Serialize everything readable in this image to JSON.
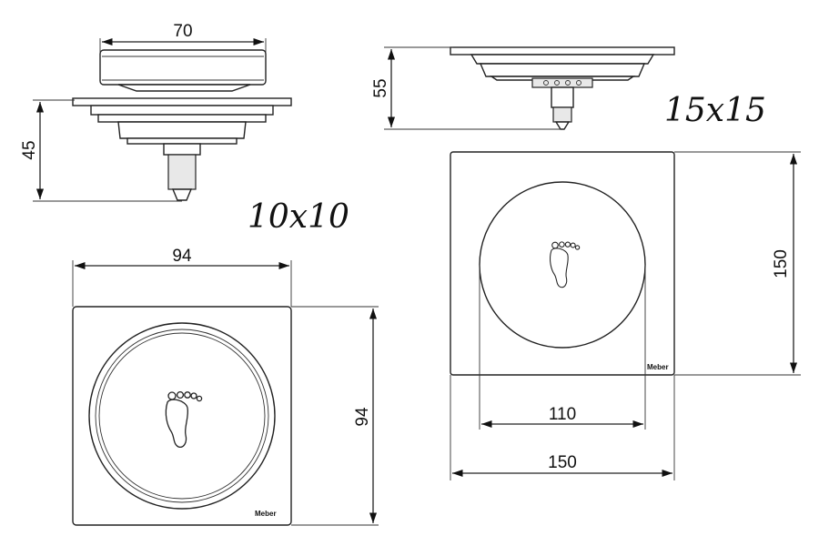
{
  "drain_10x10": {
    "size_label": "10x10",
    "dim_top_width": "70",
    "dim_height": "45",
    "dim_plate_width": "94",
    "dim_plate_height": "94",
    "brand": "Meber"
  },
  "drain_15x15": {
    "size_label": "15x15",
    "dim_height": "55",
    "dim_plate_height": "150",
    "dim_inner_width": "110",
    "dim_plate_width": "150",
    "brand": "Meber"
  },
  "icons": [
    "footprint-icon"
  ]
}
